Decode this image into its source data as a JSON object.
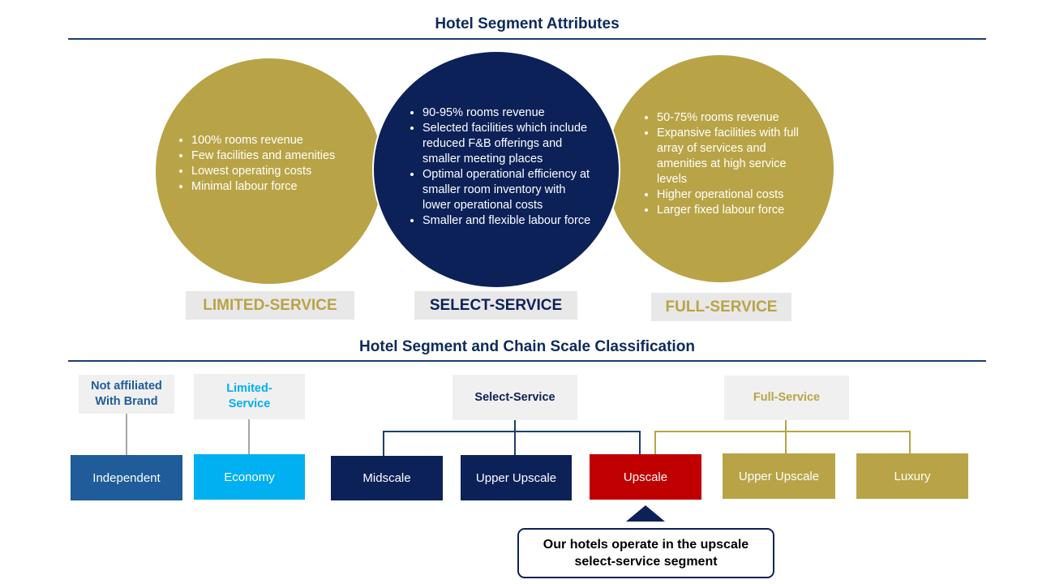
{
  "top_title": "Hotel Segment Attributes",
  "bottom_title": "Hotel Segment and Chain Scale Classification",
  "segments": [
    {
      "label": "LIMITED-SERVICE",
      "bullets": [
        "100% rooms revenue",
        "Few facilities and amenities",
        "Lowest operating costs",
        "Minimal labour force"
      ]
    },
    {
      "label": "SELECT-SERVICE",
      "bullets": [
        "90-95% rooms revenue",
        "Selected facilities which include reduced F&B offerings and smaller meeting places",
        "Optimal operational efficiency at smaller room inventory with lower operational costs",
        "Smaller and flexible labour force"
      ]
    },
    {
      "label": "FULL-SERVICE",
      "bullets": [
        "50-75% rooms revenue",
        "Expansive facilities with full array of services and amenities at high service levels",
        "Higher operational costs",
        "Larger fixed labour force"
      ]
    }
  ],
  "classification": {
    "headers": {
      "not_affiliated": "Not affiliated With Brand",
      "limited": "Limited-Service",
      "select": "Select-Service",
      "full": "Full-Service"
    },
    "scales": {
      "independent": "Independent",
      "economy": "Economy",
      "midscale": "Midscale",
      "select_upper_upscale": "Upper Upscale",
      "upscale": "Upscale",
      "full_upper_upscale": "Upper Upscale",
      "luxury": "Luxury"
    }
  },
  "callout": "Our hotels operate in the upscale select-service segment",
  "colors": {
    "navy": "#0c2158",
    "gold": "#b8a446",
    "red": "#c00000",
    "blue": "#1f5c99",
    "cyan": "#00b0f0"
  }
}
